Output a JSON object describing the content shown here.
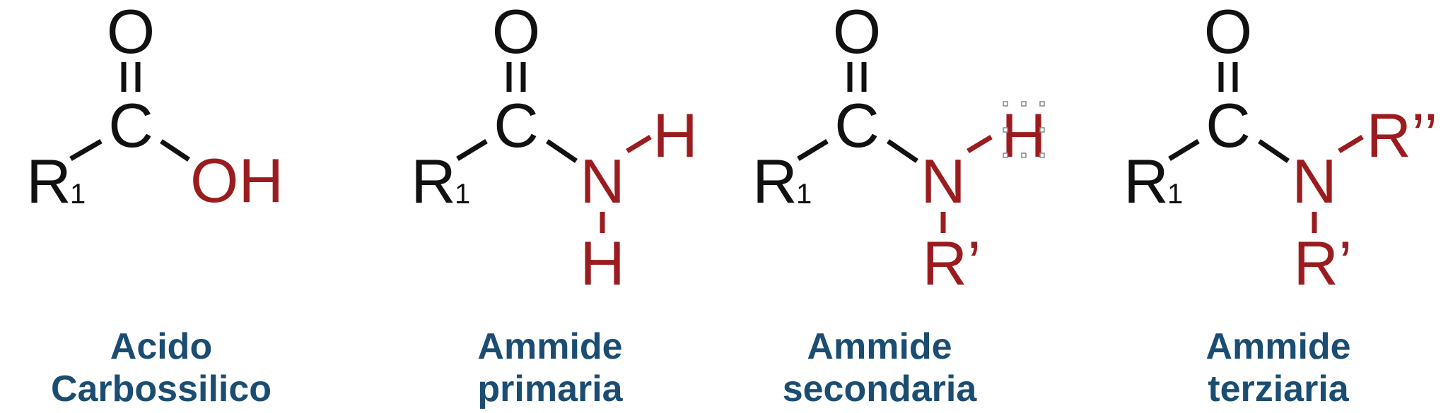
{
  "colors": {
    "skeleton": "#111111",
    "highlight": "#9b1c1f",
    "caption": "#1b4d72"
  },
  "structures": [
    {
      "atoms": {
        "o": "O",
        "c": "C",
        "r_main": "R",
        "r_sub": "1",
        "x": "OH"
      },
      "caption": [
        "Acido",
        "Carbossilico"
      ]
    },
    {
      "atoms": {
        "o": "O",
        "c": "C",
        "r_main": "R",
        "r_sub": "1",
        "n": "N",
        "h_right": "H",
        "h_down": "H"
      },
      "caption": [
        "Ammide",
        "primaria"
      ]
    },
    {
      "atoms": {
        "o": "O",
        "c": "C",
        "r_main": "R",
        "r_sub": "1",
        "n": "N",
        "h_right": "H",
        "r_down": "R’"
      },
      "caption": [
        "Ammide",
        "secondaria"
      ]
    },
    {
      "atoms": {
        "o": "O",
        "c": "C",
        "r_main": "R",
        "r_sub": "1",
        "n": "N",
        "r_right": "R’’",
        "r_down": "R’"
      },
      "caption": [
        "Ammide",
        "terziaria"
      ]
    }
  ]
}
